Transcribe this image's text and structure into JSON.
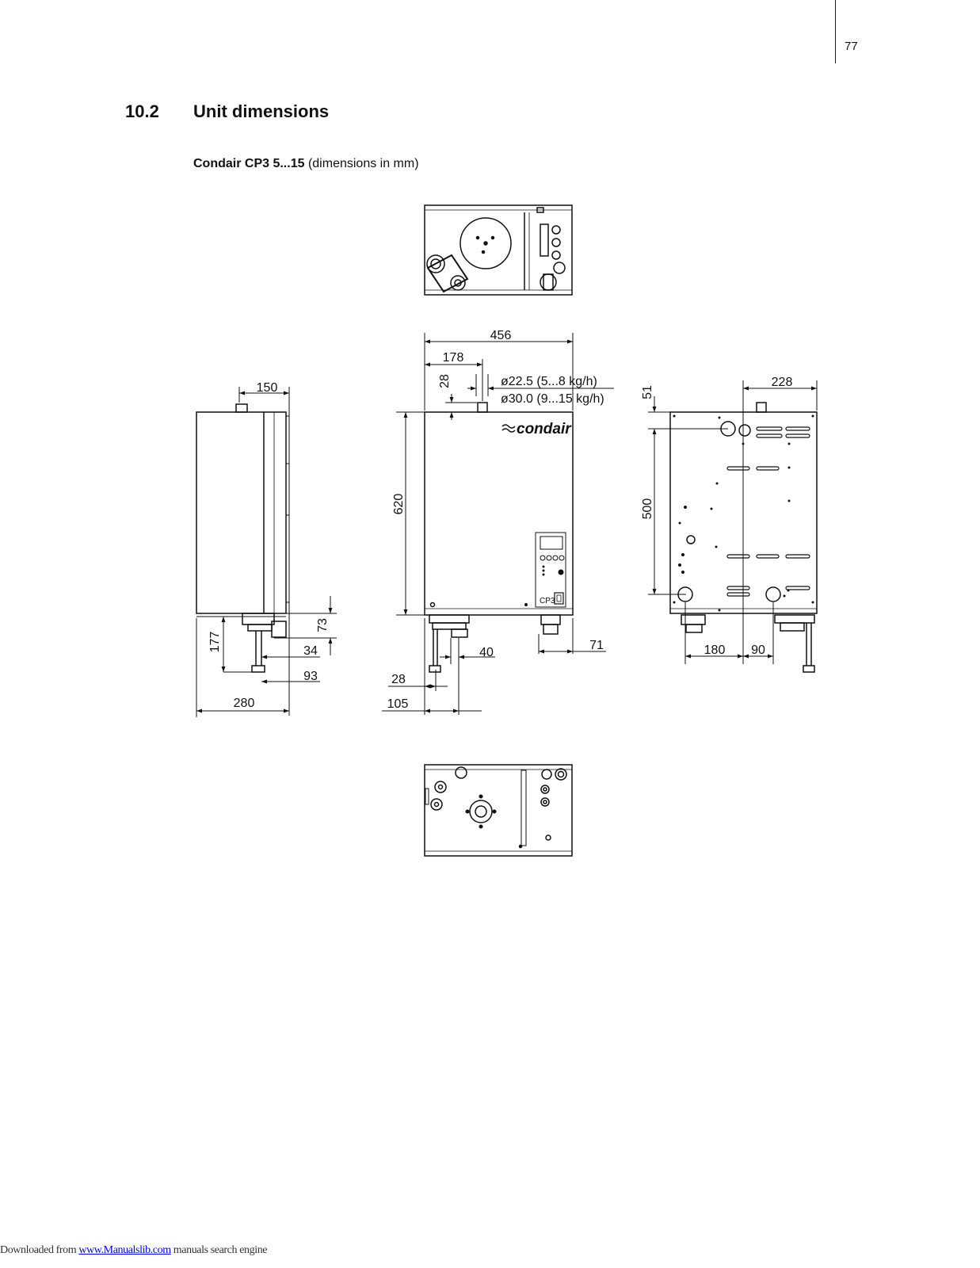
{
  "header": {
    "page_number": "77"
  },
  "section": {
    "number": "10.2",
    "title": "Unit dimensions"
  },
  "subtitle": {
    "model": "Condair CP3 5...15",
    "units": "(dimensions in mm)"
  },
  "drawing": {
    "side_view": {
      "d150": "150",
      "d73": "73",
      "d177": "177",
      "d34": "34",
      "d93": "93",
      "d280": "280"
    },
    "front_view": {
      "d456": "456",
      "d178": "178",
      "d28_top": "28",
      "dia_small": "ø22.5 (5...8 kg/h)",
      "dia_large": "ø30.0 (9...15 kg/h)",
      "d620": "620",
      "d40": "40",
      "d71": "71",
      "d28_bottom": "28",
      "d105": "105"
    },
    "back_view": {
      "d228": "228",
      "d51": "51",
      "d500": "500",
      "d180": "180",
      "d90": "90"
    },
    "front_logo": "condair",
    "front_badge": "CP3"
  },
  "footer": {
    "prefix": "Downloaded from ",
    "link": "www.Manualslib.com",
    "suffix": " manuals search engine"
  }
}
